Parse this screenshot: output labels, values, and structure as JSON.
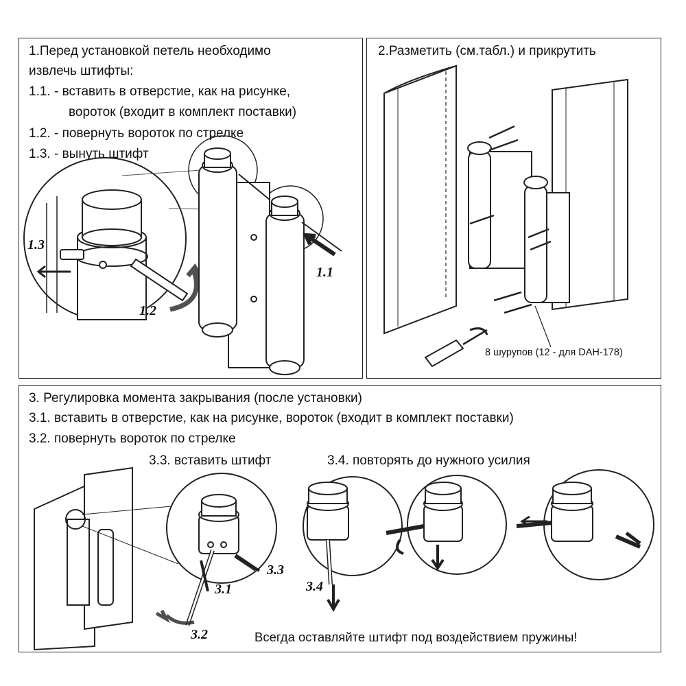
{
  "panel1": {
    "lines": [
      "1.Перед установкой петель необходимо",
      "извлечь штифты:",
      "1.1. - вставить в отверстие, как на рисунке,",
      "вороток (входит в комплект поставки)",
      "1.2. - повернуть вороток по стрелке",
      "1.3. - вынуть штифт"
    ],
    "labels": {
      "s11": "1.1",
      "s12": "1.2",
      "s13": "1.3"
    }
  },
  "panel2": {
    "title": "2.Разметить (см.табл.) и прикрутить",
    "screws_note": "8 шурупов (12 - для DAH-178)"
  },
  "panel3": {
    "lines": [
      "3. Регулировка момента закрывания (после установки)",
      "3.1. вставить в отверстие, как на рисунке, вороток (входит в комплект поставки)",
      "3.2. повернуть вороток по стрелке"
    ],
    "step33": "3.3. вставить штифт",
    "step34": "3.4. повторять до нужного усилия",
    "warning": "Всегда оставляйте штифт под воздействием пружины!",
    "labels": {
      "s31": "3.1",
      "s32": "3.2",
      "s33": "3.3",
      "s34": "3.4"
    }
  }
}
